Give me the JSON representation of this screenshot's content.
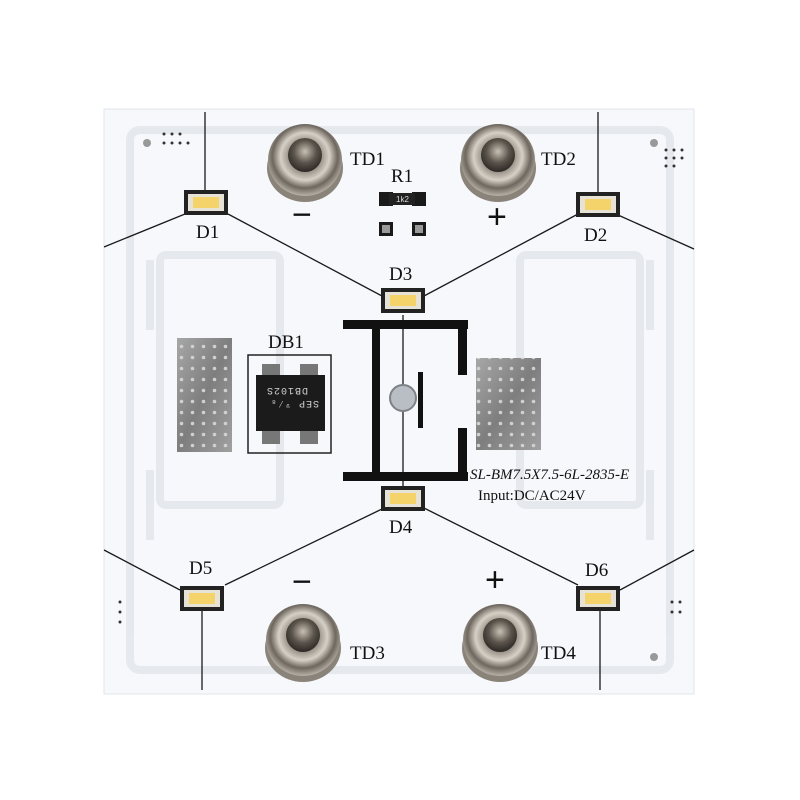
{
  "board": {
    "colors": {
      "pcb": "#f6f8fb",
      "trace_line": "#1a1a1a",
      "pad_gray": "#8a8a8a",
      "led_yellow": "#f3d36a"
    },
    "connectors": [
      {
        "id": "TD1",
        "label": "TD1",
        "polarity": "−"
      },
      {
        "id": "TD2",
        "label": "TD2",
        "polarity": "+"
      },
      {
        "id": "TD3",
        "label": "TD3",
        "polarity": "−"
      },
      {
        "id": "TD4",
        "label": "TD4",
        "polarity": "+"
      }
    ],
    "leds": [
      "D1",
      "D2",
      "D3",
      "D4",
      "D5",
      "D6"
    ],
    "resistor": {
      "label": "R1",
      "marking": "1k2"
    },
    "bridge": {
      "label": "DB1",
      "marking_line1": "SEP ⁹⁄₈",
      "marking_line2": "DB102S"
    },
    "part_number": "SL-BM7.5X7.5-6L-2835-E",
    "input_rating": "Input:DC/AC24V"
  }
}
